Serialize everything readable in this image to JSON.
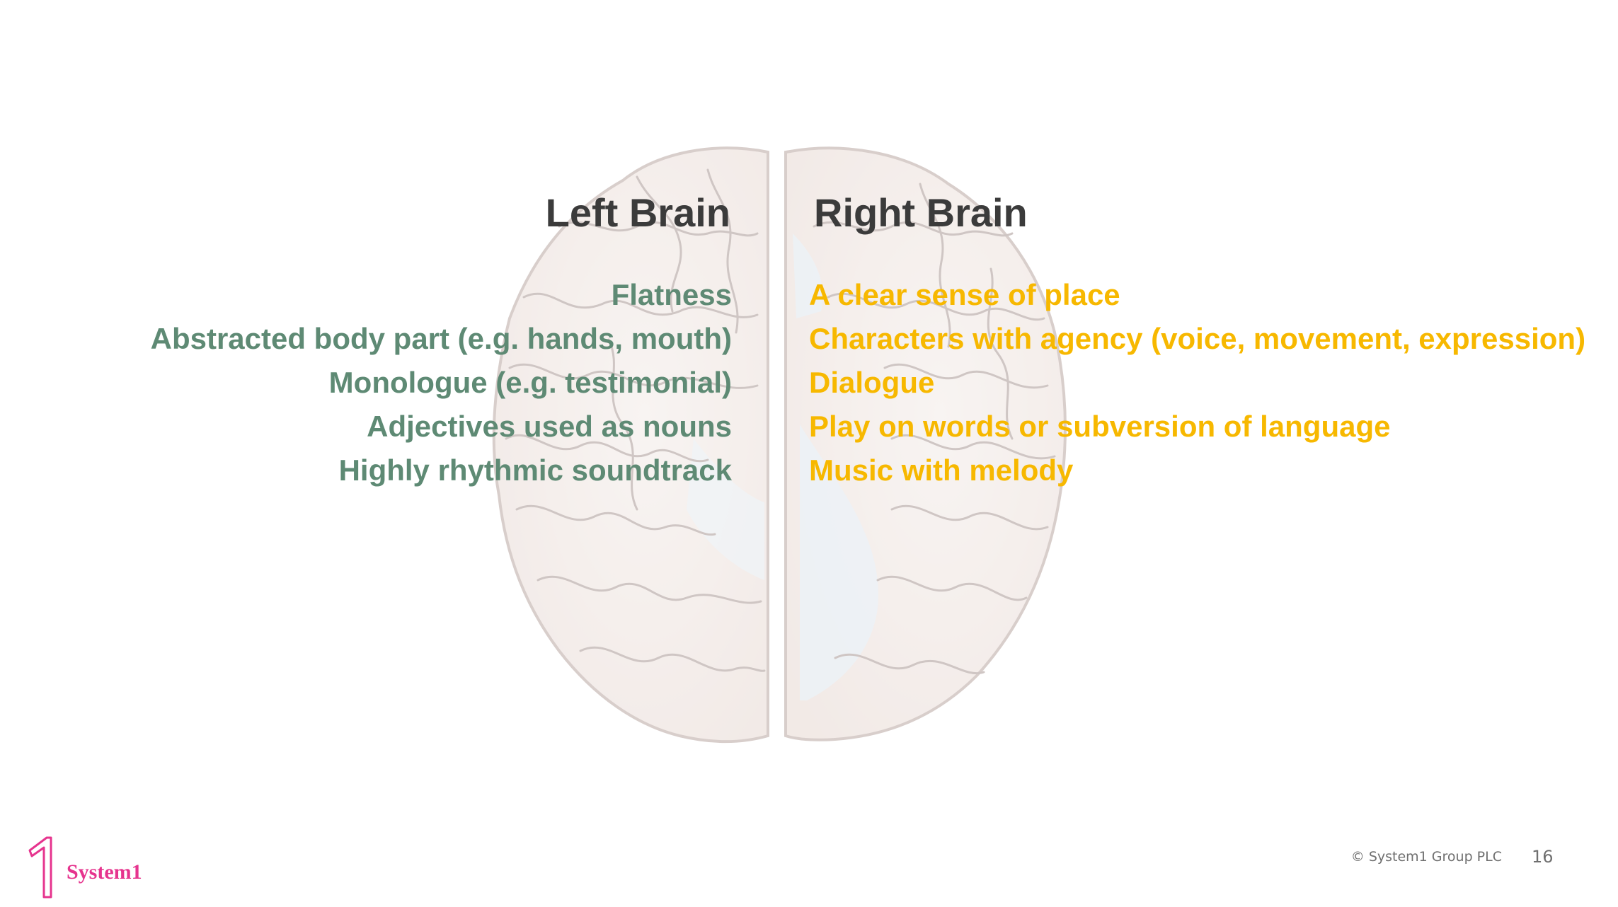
{
  "slide": {
    "left_heading": "Left Brain",
    "right_heading": "Right Brain",
    "left_items": [
      "Flatness",
      "Abstracted body part (e.g. hands, mouth)",
      "Monologue (e.g. testimonial)",
      "Adjectives used as nouns",
      "Highly rhythmic soundtrack"
    ],
    "right_items": [
      "A clear sense of place",
      "Characters with agency (voice, movement, expression)",
      "Dialogue",
      "Play on words or subversion of language",
      "Music with melody"
    ],
    "background_image": "brain-top-view-illustration"
  },
  "colors": {
    "left_text": "#5e8a74",
    "right_text": "#f7b800",
    "heading": "#3b3b3b",
    "brand": "#e6348e"
  },
  "footer": {
    "logo_text": "System1",
    "copyright": "© System1 Group PLC",
    "page_number": "16"
  }
}
